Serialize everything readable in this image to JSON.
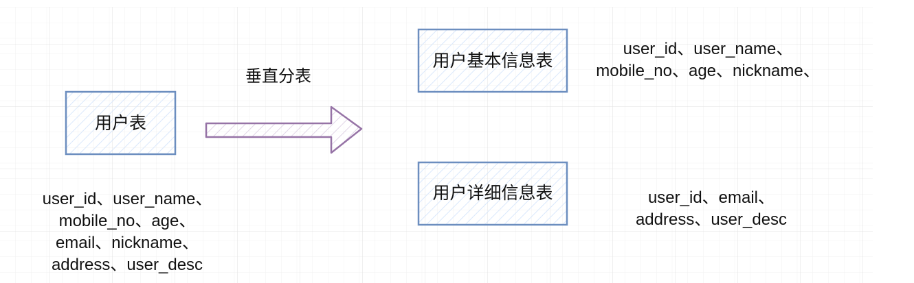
{
  "source_table": {
    "label": "用户表",
    "fields": [
      "user_id、user_name、",
      "mobile_no、age、",
      "email、nickname、",
      "address、user_desc"
    ]
  },
  "arrow": {
    "label": "垂直分表"
  },
  "basic_table": {
    "label": "用户基本信息表",
    "fields": [
      "user_id、user_name、",
      "mobile_no、age、nickname、"
    ]
  },
  "detail_table": {
    "label": "用户详细信息表",
    "fields": [
      "user_id、email、",
      "address、user_desc"
    ]
  },
  "colors": {
    "box_stroke": "#6c8ebf",
    "box_hatch": "#dae8fc",
    "arrow_stroke": "#9673a6",
    "arrow_hatch": "#e1d5e7",
    "grid": "#e6e6e6"
  }
}
